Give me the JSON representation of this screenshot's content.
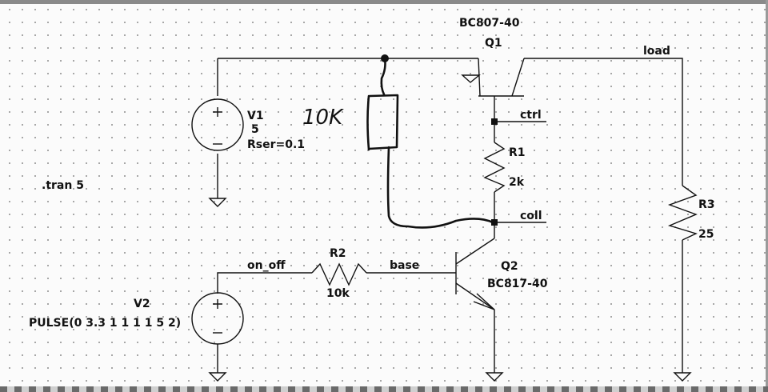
{
  "q1": {
    "model": "BC807-40",
    "name": "Q1"
  },
  "q2": {
    "name": "Q2",
    "model": "BC817-40"
  },
  "v1": {
    "name": "V1",
    "value": "5",
    "rser": "Rser=0.1"
  },
  "v2": {
    "name": "V2",
    "value": "PULSE(0 3.3 1 1 1 1 5 2)"
  },
  "r1": {
    "name": "R1",
    "value": "2k"
  },
  "r2": {
    "name": "R2",
    "value": "10k"
  },
  "r3": {
    "name": "R3",
    "value": "25"
  },
  "nets": {
    "load": "load",
    "ctrl": "ctrl",
    "coll": "coll",
    "on_off": "on_off",
    "base": "base"
  },
  "directive": ".tran 5",
  "annotation": {
    "handwritten": "10K"
  }
}
